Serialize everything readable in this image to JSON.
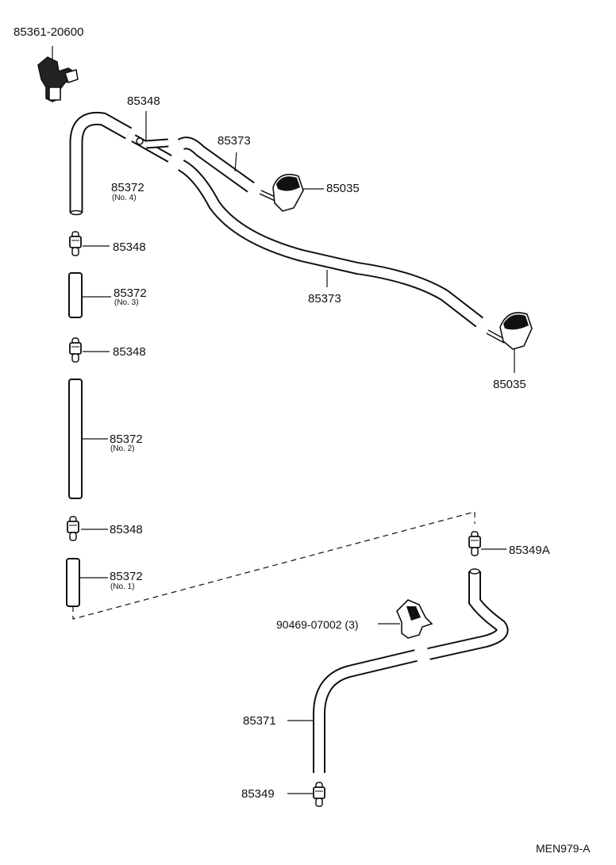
{
  "labels": {
    "nozzle_holder": "85361-20600",
    "joint_top": "85348",
    "hose_85373_upper": "85373",
    "nozzle_upper": "85035",
    "hose_no4": "85372",
    "hose_no4_sub": "(No. 4)",
    "joint_1": "85348",
    "hose_no3": "85372",
    "hose_no3_sub": "(No. 3)",
    "hose_85373_lower": "85373",
    "joint_2": "85348",
    "nozzle_lower": "85035",
    "hose_no2": "85372",
    "hose_no2_sub": "(No. 2)",
    "joint_3": "85348",
    "joint_85349a": "85349A",
    "hose_no1": "85372",
    "hose_no1_sub": "(No. 1)",
    "clamp": "90469-07002 (3)",
    "hose_85371": "85371",
    "joint_85349": "85349"
  },
  "diagram_code": "MEN979-A",
  "colors": {
    "line": "#111111",
    "background": "#ffffff"
  }
}
